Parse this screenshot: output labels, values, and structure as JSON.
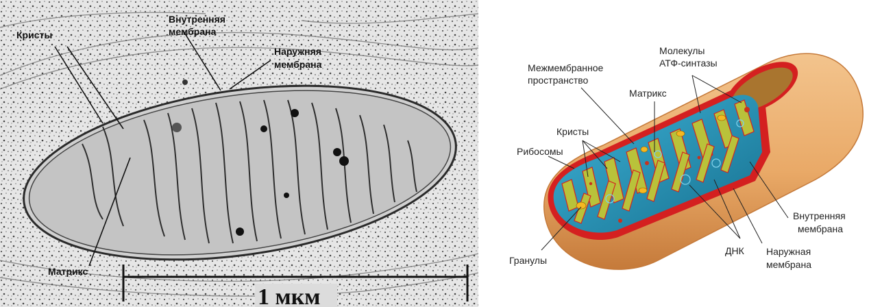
{
  "micrograph": {
    "labels": {
      "cristae": "Кристы",
      "inner_line1": "Внутренняя",
      "inner_line2": "мембрана",
      "outer_line1": "Наружняя",
      "outer_line2": "мембрана",
      "matrix": "Матрикс"
    },
    "scale_bar": {
      "label": "1 мкм"
    }
  },
  "diagram": {
    "labels": {
      "intermembrane_line1": "Межмембранное",
      "intermembrane_line2": "пространство",
      "atp_line1": "Молекулы",
      "atp_line2": "АТФ-синтазы",
      "matrix": "Матрикс",
      "cristae": "Кристы",
      "ribosomes": "Рибосомы",
      "granules": "Гранулы",
      "dna": "ДНК",
      "inner_line1": "Внутренняя",
      "inner_line2": "мембрана",
      "outer_line1": "Наружная",
      "outer_line2": "мембрана"
    },
    "colors": {
      "outer_membrane": "#e9a967",
      "outer_membrane_dark": "#c57a3a",
      "red_membrane": "#d42020",
      "matrix": "#2d9cc2",
      "matrix_dark": "#16708f",
      "cristae_fill": "#b9c23a",
      "granule": "#f5b820",
      "ribosome": "#c8321e"
    }
  }
}
